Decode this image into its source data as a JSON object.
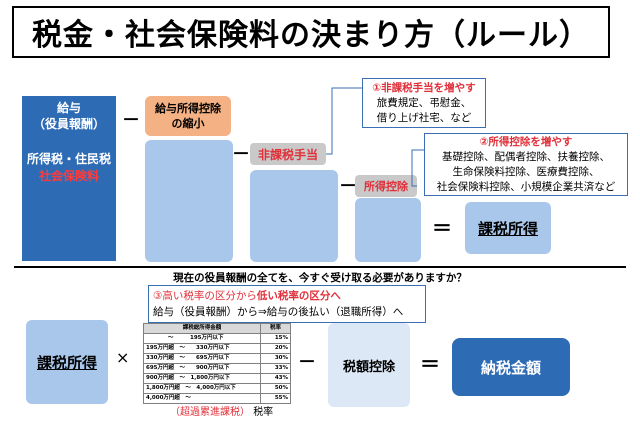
{
  "title": "税金・社会保険料の決まり方（ルール）",
  "top": {
    "salary": {
      "line1": "給与",
      "line2": "（役員報酬）",
      "line3": "所得税・住民税",
      "line4": "社会保険料"
    },
    "deduction_reduce": {
      "line1": "給与所得控除",
      "line2": "の縮小"
    },
    "non_taxable_label": "非課税手当",
    "income_deduction_label": "所得控除",
    "taxable": "課税所得",
    "note1": {
      "title": "①非課税手当を増やす",
      "line1": "旅費規定、弔慰金、",
      "line2": "借り上げ社宅、など"
    },
    "note2": {
      "title": "②所得控除を増やす",
      "line1": "基礎控除、配偶者控除、扶養控除、",
      "line2": "生命保険料控除、医療費控除、",
      "line3": "社会保険料控除、小規模企業共済など"
    },
    "op_minus": "－",
    "op_equal": "＝"
  },
  "bottom": {
    "question": "現在の役員報酬の全てを、今すぐ受け取る必要がありますか？",
    "note3": {
      "line1_prefix": "③高い税率の区分から",
      "line1_red": "低い税率の区分へ",
      "line2": "給与（役員報酬）から⇒給与の後払い（退職所得）へ"
    },
    "taxable": "課税所得",
    "op_times": "×",
    "op_minus": "－",
    "op_equal": "＝",
    "credit": "税額控除",
    "tax_amount": "納税金額",
    "table": {
      "headers": [
        "課税総所得金額",
        "税率"
      ],
      "rows": [
        {
          "range": "　　　　～　　　195万円以下",
          "rate": "15%"
        },
        {
          "range": "195万円超　～　　330万円以下",
          "rate": "20%"
        },
        {
          "range": "330万円超　～　　695万円以下",
          "rate": "30%"
        },
        {
          "range": "695万円超　～　　900万円以下",
          "rate": "33%"
        },
        {
          "range": "900万円超　～　1,800万円以下",
          "rate": "43%"
        },
        {
          "range": "1,800万円超　～　4,000万円以下",
          "rate": "50%"
        },
        {
          "range": "4,000万円超　～",
          "rate": "55%"
        }
      ],
      "caption_red": "（超過累進課税）",
      "caption_rest": "税率"
    }
  }
}
